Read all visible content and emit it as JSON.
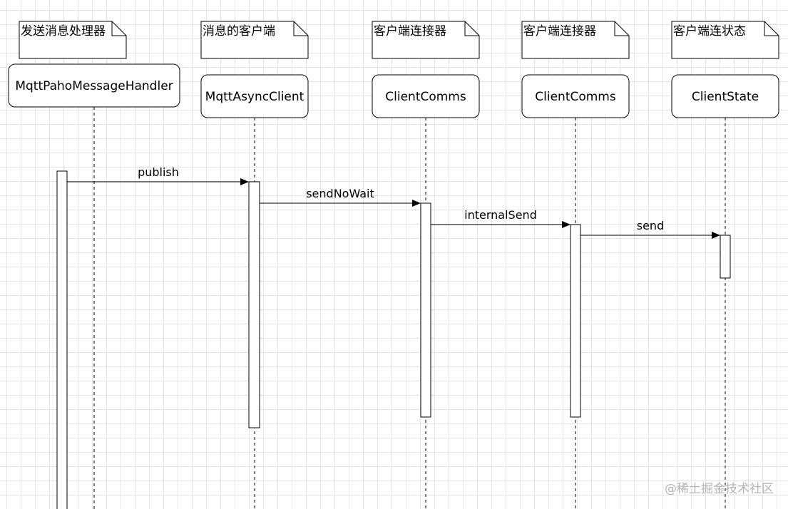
{
  "participants": [
    {
      "name": "MqttPahoMessageHandler",
      "note": "发送消息处理器"
    },
    {
      "name": "MqttAsyncClient",
      "note": "消息的客户端"
    },
    {
      "name": "ClientComms",
      "note": "客户端连接器"
    },
    {
      "name": "ClientComms",
      "note": "客户端连接器"
    },
    {
      "name": "ClientState",
      "note": "客户端连状态"
    }
  ],
  "messages": [
    {
      "label": "publish",
      "from": 0,
      "to": 1
    },
    {
      "label": "sendNoWait",
      "from": 1,
      "to": 2
    },
    {
      "label": "internalSend",
      "from": 2,
      "to": 3
    },
    {
      "label": "send",
      "from": 3,
      "to": 4
    }
  ],
  "watermark": "@稀土掘金技术社区",
  "colors": {
    "line": "#000000",
    "grid": "#e3e3e3",
    "background": "#ffffff",
    "watermark": "#b4b4b4"
  }
}
